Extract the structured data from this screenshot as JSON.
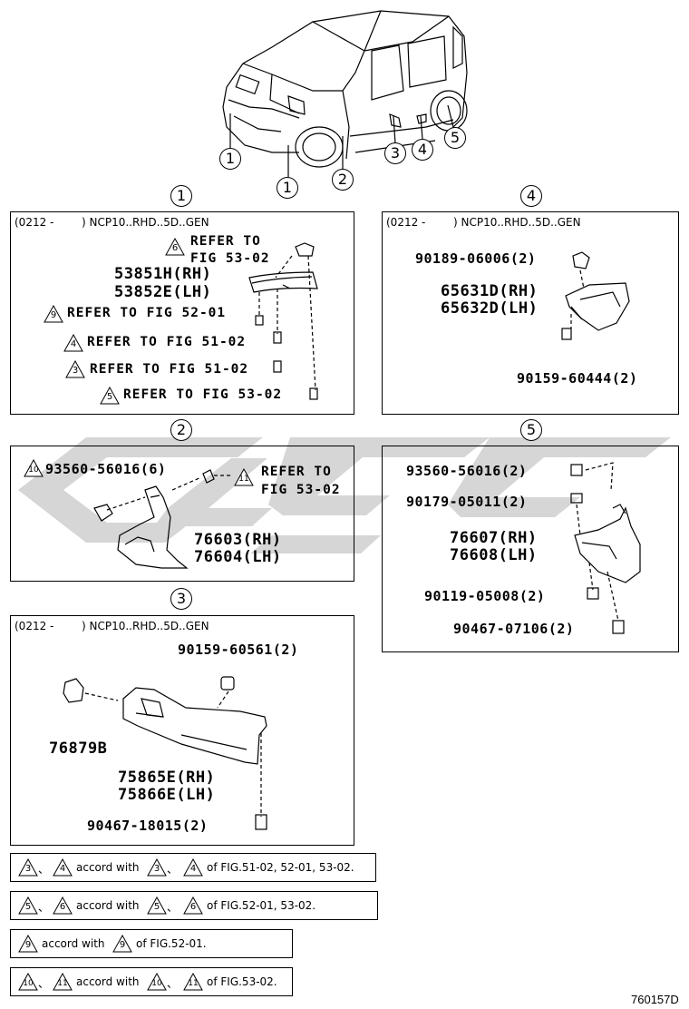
{
  "overview_callouts": [
    "1",
    "1",
    "2",
    "3",
    "4",
    "5"
  ],
  "section_numbers": {
    "s1": "1",
    "s2": "2",
    "s3": "3",
    "s4": "4",
    "s5": "5"
  },
  "section1": {
    "header_code": "(0212 -",
    "header_model": ") NCP10..RHD..5D..GEN",
    "ref6": {
      "tri": "6",
      "line1": "REFER TO",
      "line2": "FIG 53-02"
    },
    "part_rh": "53851H(RH)",
    "part_lh": "53852E(LH)",
    "ref9": {
      "tri": "9",
      "text": "REFER TO FIG 52-01"
    },
    "ref4": {
      "tri": "4",
      "text": "REFER TO FIG 51-02"
    },
    "ref3": {
      "tri": "3",
      "text": "REFER TO FIG 51-02"
    },
    "ref5": {
      "tri": "5",
      "text": "REFER TO FIG 53-02"
    }
  },
  "section2": {
    "tri10": "10",
    "part_bolt": "93560-56016(6)",
    "tri11": "11",
    "ref_line1": "REFER TO",
    "ref_line2": "FIG 53-02",
    "part_rh": "76603(RH)",
    "part_lh": "76604(LH)"
  },
  "section3": {
    "header_code": "(0212 -",
    "header_model": ") NCP10..RHD..5D..GEN",
    "part_clip": "90159-60561(2)",
    "part_retainer": "76879B",
    "part_rh": "75865E(RH)",
    "part_lh": "75866E(LH)",
    "part_screw": "90467-18015(2)"
  },
  "section4": {
    "header_code": "(0212 -",
    "header_model": ") NCP10..RHD..5D..GEN",
    "part_top": "90189-06006(2)",
    "part_rh": "65631D(RH)",
    "part_lh": "65632D(LH)",
    "part_bottom": "90159-60444(2)"
  },
  "section5": {
    "part_a": "93560-56016(2)",
    "part_b": "90179-05011(2)",
    "part_rh": "76607(RH)",
    "part_lh": "76608(LH)",
    "part_c": "90119-05008(2)",
    "part_d": "90467-07106(2)"
  },
  "notes": [
    {
      "t1": "3",
      "sep1": "、",
      "t2": "4",
      "mid": "accord with",
      "t3": "3",
      "sep2": "、",
      "t4": "4",
      "tail": "of FIG.51-02, 52-01, 53-02."
    },
    {
      "t1": "5",
      "sep1": "、",
      "t2": "6",
      "mid": "accord with",
      "t3": "5",
      "sep2": "、",
      "t4": "6",
      "tail": "of FIG.52-01, 53-02."
    },
    {
      "t1": "9",
      "mid": "accord with",
      "t3": "9",
      "tail": "of FIG.52-01."
    },
    {
      "t1": "10",
      "sep1": "、",
      "t2": "11",
      "mid": "accord with",
      "t3": "10",
      "sep2": "、",
      "t4": "11",
      "tail": "of FIG.53-02."
    }
  ],
  "doc_id": "760157D",
  "colors": {
    "line": "#000000",
    "watermark": "#c8c8c8",
    "paper": "#ffffff"
  }
}
